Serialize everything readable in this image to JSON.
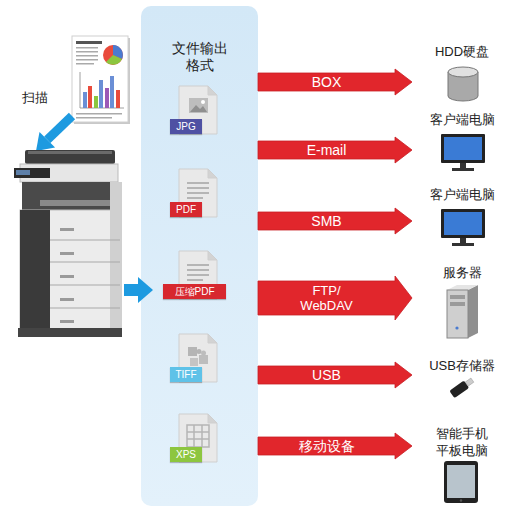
{
  "diagram": {
    "nodes": [
      {
        "text": [
          "文件输出 格式"
        ]
      },
      {
        "text": [
          "JPG"
        ],
        "in": 0
      },
      {
        "text": [
          "PDF"
        ],
        "in": 0
      },
      {
        "text": [
          "压缩PDF"
        ],
        "in": 0
      },
      {
        "text": [
          "TIFF"
        ],
        "in": 0
      },
      {
        "text": [
          "XPS"
        ],
        "in": 0
      },
      {
        "text": [
          "HDD硬盘"
        ]
      },
      {
        "text": [
          "客户端电脑"
        ]
      },
      {
        "text": [
          "客户端电脑"
        ]
      },
      {
        "text": [
          "服务器"
        ]
      },
      {
        "text": [
          "USB存储器"
        ]
      },
      {
        "text": [
          "智能手机 平板电脑"
        ]
      }
    ],
    "edges": [
      {
        "from": 0,
        "to": 6,
        "label": "BOX",
        "arrow": "to"
      },
      {
        "from": 0,
        "to": 7,
        "label": "E-mail",
        "arrow": "to"
      },
      {
        "from": 0,
        "to": 8,
        "label": "SMB",
        "arrow": "to"
      },
      {
        "from": 0,
        "to": 9,
        "label": "FTP/ WebDAV",
        "arrow": "to"
      },
      {
        "from": 0,
        "to": 10,
        "label": "USB",
        "arrow": "to"
      },
      {
        "from": 0,
        "to": 11,
        "label": "移动设备",
        "arrow": "to"
      }
    ],
    "labels": [
      "扫描"
    ]
  }
}
